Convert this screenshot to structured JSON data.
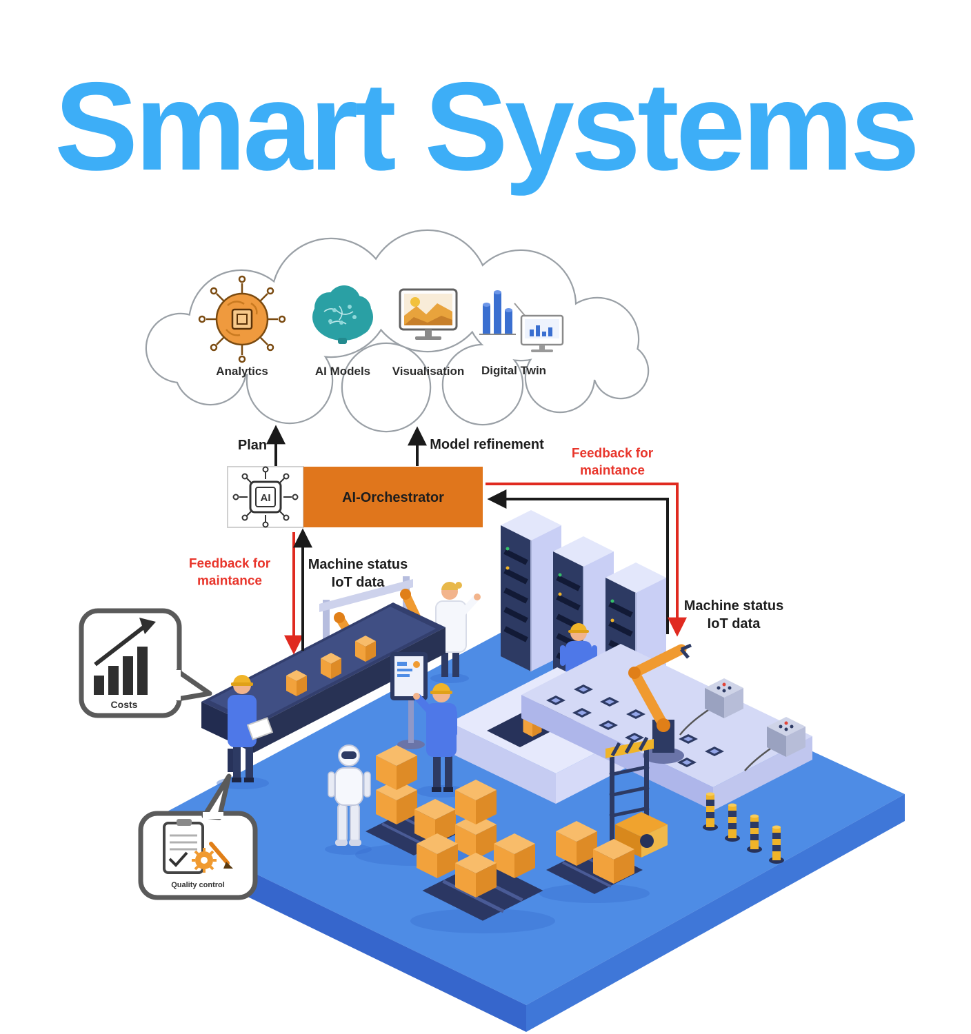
{
  "title": "Smart Systems",
  "cloud": {
    "services": [
      {
        "name": "analytics",
        "label": "Analytics"
      },
      {
        "name": "ai-models",
        "label": "AI Models"
      },
      {
        "name": "visualisation",
        "label": "Visualisation"
      },
      {
        "name": "digital-twin",
        "label": "Digital Twin"
      }
    ]
  },
  "orchestrator": {
    "label": "AI-Orchestrator",
    "icon_text": "AI",
    "color": "#e0761c"
  },
  "flows": {
    "plan": "Plan",
    "model_refinement": "Model refinement",
    "feedback_left": {
      "line1": "Feedback for",
      "line2": "maintance"
    },
    "feedback_right": {
      "line1": "Feedback for",
      "line2": "maintance"
    },
    "machine_status_left": {
      "line1": "Machine status",
      "line2": "IoT data"
    },
    "machine_status_right": {
      "line1": "Machine status",
      "line2": "IoT data"
    }
  },
  "callouts": {
    "costs": "Costs",
    "quality_control": "Quality control"
  },
  "colors": {
    "title_blue": "#3daef7",
    "accent_orange": "#e0761c",
    "feedback_red": "#e8352b",
    "platform_blue": "#4e8ce5",
    "box_orange": "#f2a23c",
    "navy": "#2d3a63"
  }
}
